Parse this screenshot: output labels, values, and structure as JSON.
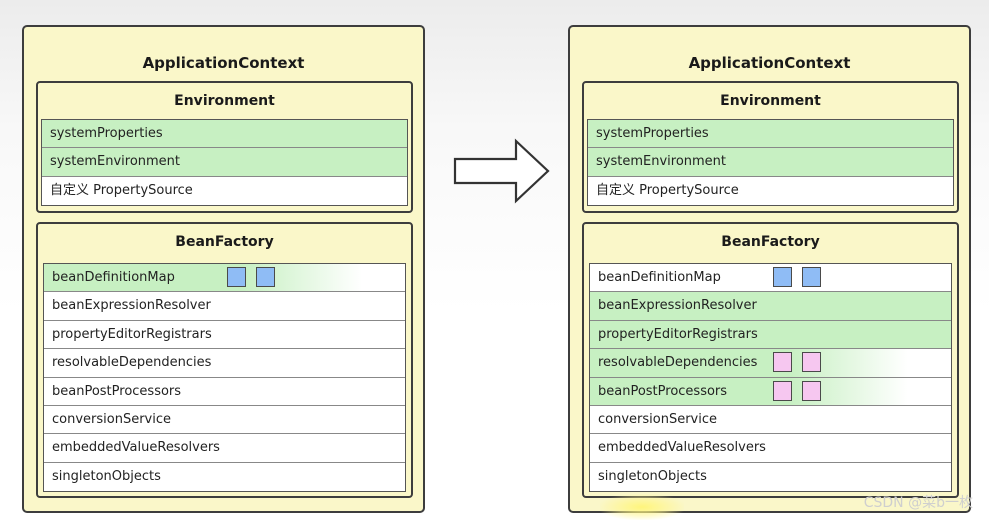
{
  "left": {
    "title": "ApplicationContext",
    "environment": {
      "title": "Environment",
      "rows": [
        "systemProperties",
        "systemEnvironment",
        "自定义 PropertySource"
      ]
    },
    "bean_factory": {
      "title": "BeanFactory",
      "rows": [
        "beanDefinitionMap",
        "beanExpressionResolver",
        "propertyEditorRegistrars",
        "resolvableDependencies",
        "beanPostProcessors",
        "conversionService",
        "embeddedValueResolvers",
        "singletonObjects"
      ]
    }
  },
  "right": {
    "title": "ApplicationContext",
    "environment": {
      "title": "Environment",
      "rows": [
        "systemProperties",
        "systemEnvironment",
        "自定义 PropertySource"
      ]
    },
    "bean_factory": {
      "title": "BeanFactory",
      "rows": [
        "beanDefinitionMap",
        "beanExpressionResolver",
        "propertyEditorRegistrars",
        "resolvableDependencies",
        "beanPostProcessors",
        "conversionService",
        "embeddedValueResolvers",
        "singletonObjects"
      ]
    }
  },
  "colors": {
    "panel": "#faf7c9",
    "highlight_green": "#c7f0c2",
    "square_blue": "#8fbcf5",
    "square_pink": "#f6c7f0"
  },
  "arrow_icon": "right-arrow-icon",
  "watermark": "CSDN @菜b一枚"
}
